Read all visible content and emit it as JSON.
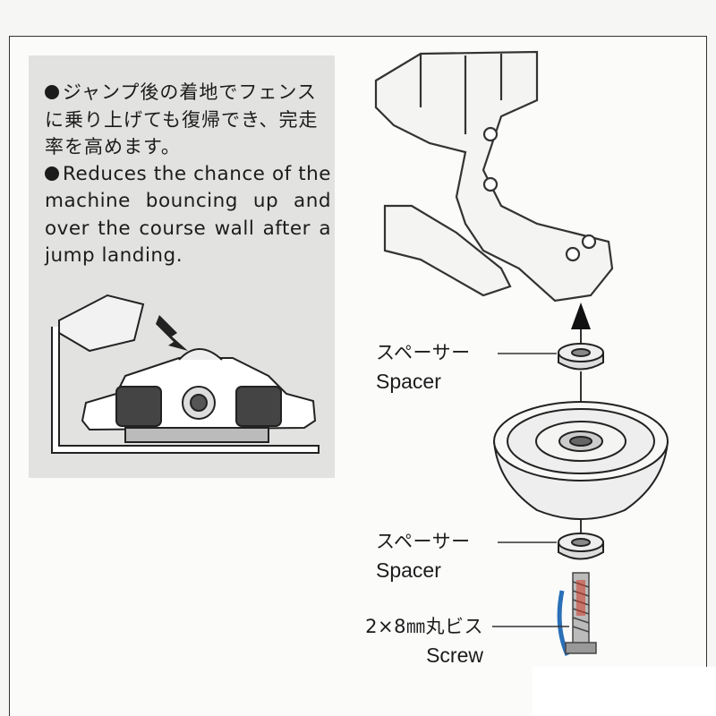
{
  "info": {
    "jp_text": "ジャンプ後の着地でフェンスに乗り上げても復帰でき、完走率を高めます。",
    "en_text": "Reduces the chance of the machine bouncing up and over the course wall after a jump landing."
  },
  "parts": [
    {
      "jp": "スペーサー",
      "en": "Spacer"
    },
    {
      "jp": "スペーサー",
      "en": "Spacer"
    },
    {
      "jp": "2×8㎜丸ビス",
      "en": "Screw"
    }
  ],
  "colors": {
    "ink": "#1c1c1c",
    "panel": "#e2e2e0",
    "marker_blue": "#2a6fb8",
    "marker_red": "#d23a2a"
  },
  "icons": [
    "bullet-icon",
    "up-arrow-icon",
    "down-arrow-icon"
  ]
}
